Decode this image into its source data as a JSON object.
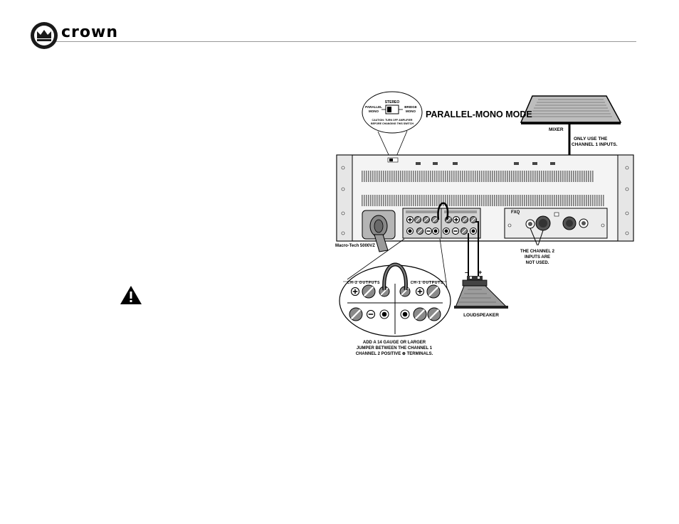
{
  "header": {
    "brand": "crown",
    "logo_icon": "crown-logo-icon"
  },
  "caution_icon": "warning-triangle-icon",
  "diagram": {
    "title": "PARALLEL-MONO MODE",
    "switch_callout": {
      "stereo": "STEREO",
      "parallel_1": "PARALLEL",
      "parallel_2": "MONO",
      "bridge_1": "BRIDGE",
      "bridge_2": "MONO",
      "caution_1": "CAUTION: TURN OFF AMPLIFIER",
      "caution_2": "BEFORE CHANGING THIS SWITCH"
    },
    "mixer_label": "MIXER",
    "mixer_note_1": "ONLY USE THE",
    "mixer_note_2": "CHANNEL 1 INPUTS.",
    "model_label": "Macro-Tech 5000VZ",
    "panel_label": "FXQ",
    "ch2_note_1": "THE CHANNEL 2",
    "ch2_note_2": "INPUTS ARE",
    "ch2_note_3": "NOT USED.",
    "minus_sign": "–",
    "plus_sign": "+",
    "speaker_label": "LOUDSPEAKER",
    "ch2_outputs": "CH-2 OUTPUTS",
    "ch1_outputs": "CH-1 OUTPUTS",
    "jumper_note_1": "ADD A 14 GAUGE OR LARGER",
    "jumper_note_2": "JUMPER BETWEEN THE CHANNEL 1",
    "jumper_note_3": "CHANNEL 2 POSITIVE ⊕ TERMINALS."
  }
}
